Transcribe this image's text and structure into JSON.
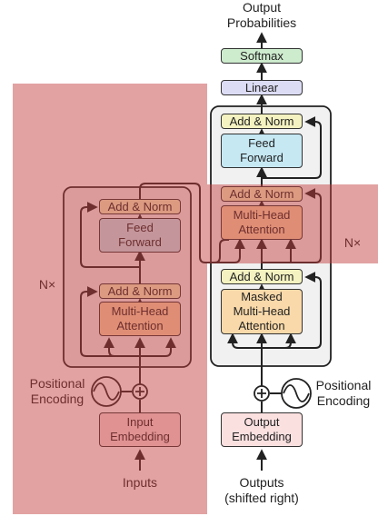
{
  "colors": {
    "addnorm": "#f3f2c0",
    "feedforward": "#c5e8f3",
    "attention": "#f9d9a9",
    "embedding": "#fbe0e0",
    "linear": "#dcdcf5",
    "softmax": "#cdebcd",
    "stack": "#f1f1f1",
    "highlight": "#c33c3c"
  },
  "encoder": {
    "inputs": "Inputs",
    "embedding": "Input\nEmbedding",
    "positional_encoding": "Positional\nEncoding",
    "attention": "Multi-Head\nAttention",
    "add_norm": "Add & Norm",
    "feed_forward": "Feed\nForward",
    "repeat": "N×"
  },
  "decoder": {
    "outputs": "Outputs\n(shifted right)",
    "embedding": "Output\nEmbedding",
    "positional_encoding": "Positional\nEncoding",
    "masked_attention": "Masked\nMulti-Head\nAttention",
    "attention": "Multi-Head\nAttention",
    "add_norm": "Add & Norm",
    "feed_forward": "Feed\nForward",
    "repeat": "N×"
  },
  "head": {
    "linear": "Linear",
    "softmax": "Softmax",
    "output": "Output\nProbabilities"
  }
}
